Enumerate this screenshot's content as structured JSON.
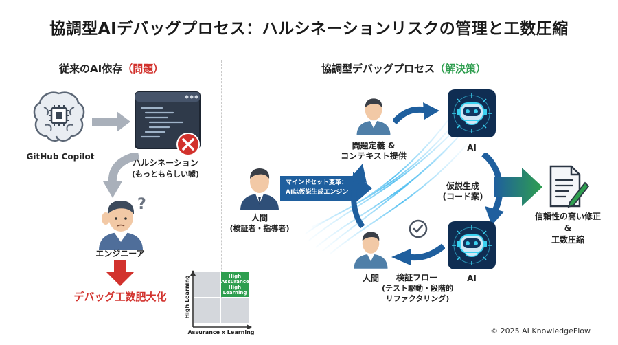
{
  "title": "協調型AIデバッグプロセス：ハルシネーションリスクの管理と工数圧縮",
  "left_section": {
    "heading_main": "従来のAI依存",
    "heading_tag": "（問題）",
    "copilot_label": "GitHub Copilot",
    "hallucination_label": "ハルシネーション",
    "hallucination_sub": "(もっともらしい嘘)",
    "engineer_label": "エンジニーア",
    "result_label": "デバッグ工数肥大化"
  },
  "right_section": {
    "heading_main": "協調型デバッグプロセス",
    "heading_tag": "（解決策）",
    "human_left_label": "人間",
    "human_left_sub": "(検証者・指導者)",
    "banner_line1": "マインドセット変革：",
    "banner_line2": "AIは仮説生成エンジン",
    "problem_def_line1": "問題定義 &",
    "problem_def_line2": "コンテキスト提供",
    "ai_top_label": "AI",
    "hypothesis_line1": "仮説生成",
    "hypothesis_line2": "(コード案)",
    "output_line1": "信頼性の高い修正",
    "output_line2": "&",
    "output_line3": "工数圧縮",
    "ai_bottom_label": "AI",
    "human_bottom_label": "人間",
    "verify_line1": "検証フロー",
    "verify_line2": "(テスト駆動・段階的",
    "verify_line3": "リファクタリング)"
  },
  "matrix": {
    "ylabel": "High Learning",
    "xlabel": "Assurance x Learning",
    "highlight_line1": "High",
    "highlight_line2": "Assurance,",
    "highlight_line3": "High",
    "highlight_line4": "Learning"
  },
  "copyright": "© 2025 AI KnowledgeFlow",
  "colors": {
    "problem_red": "#d2322d",
    "solution_green": "#2e9e4f",
    "ai_navy": "#0f2d52",
    "arrow_blue": "#1f5f9e",
    "glow_cyan": "#3ad1f0"
  }
}
